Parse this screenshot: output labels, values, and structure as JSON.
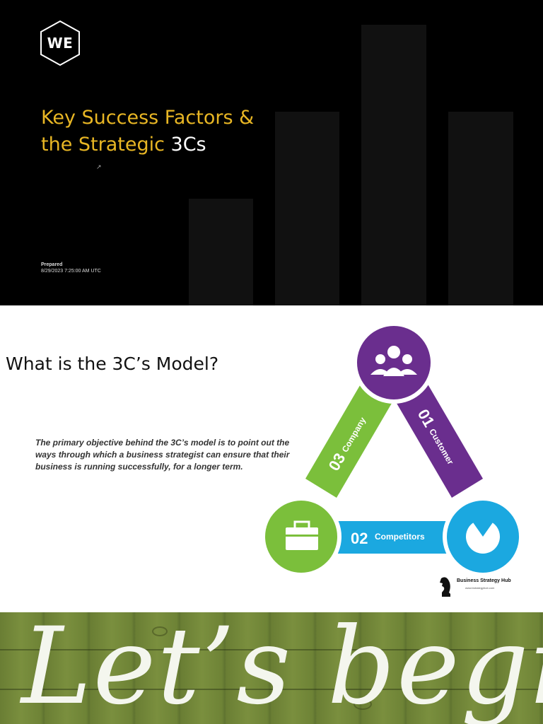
{
  "slide1": {
    "logo": "WE",
    "title_line1": "Key Success Factors &",
    "title_line2_prefix": "the Strategic ",
    "title_line2_accent": "3Cs",
    "prepared_label": "Prepared",
    "prepared_date": "8/29/2023 7:25:00 AM UTC",
    "colors": {
      "background": "#000000",
      "title": "#e8b624",
      "accent": "#ffffff",
      "bars": "#111111"
    }
  },
  "slide2": {
    "title": "What is the 3C’s Model?",
    "body": "The primary objective behind the 3C’s model is to point out the ways through which a business strategist can ensure that their business is running successfully, for a longer term.",
    "diagram": {
      "items": [
        {
          "num": "01",
          "label": "Customer",
          "color": "#6a2e8e",
          "icon": "people-icon"
        },
        {
          "num": "02",
          "label": "Competitors",
          "color": "#1ba8e0",
          "icon": "pie-chart-icon"
        },
        {
          "num": "03",
          "label": "Company",
          "color": "#7bbf3b",
          "icon": "briefcase-icon"
        }
      ]
    },
    "brand_name": "Business Strategy Hub",
    "brand_url": "www.bstrategyhub.com"
  },
  "slide3": {
    "text": "Let’s begin…",
    "colors": {
      "wood": "#6e8336",
      "text": "#f4f6ee"
    }
  }
}
